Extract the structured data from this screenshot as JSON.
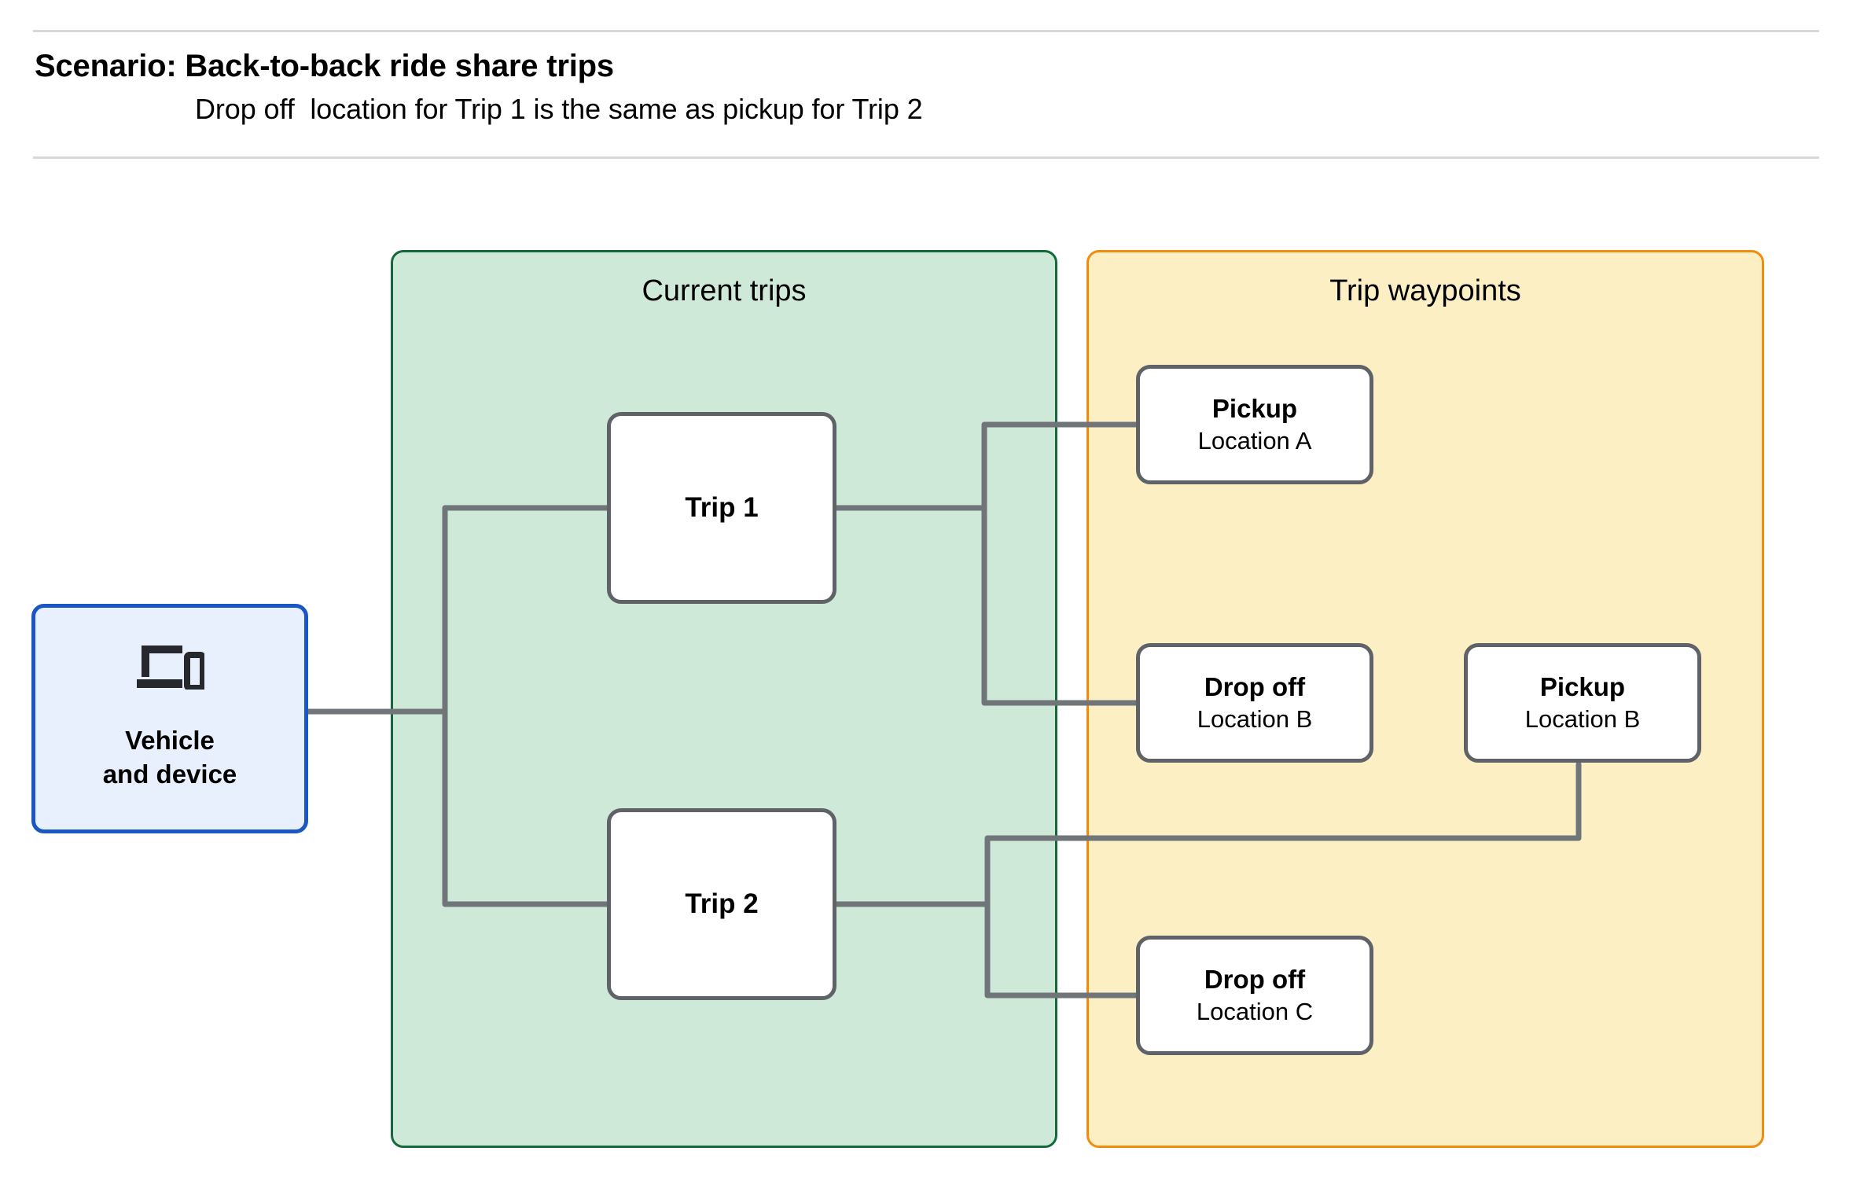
{
  "header": {
    "title": "Scenario: Back-to-back ride share trips",
    "subtitle": "Drop off  location for Trip 1 is the same as pickup for Trip 2"
  },
  "groups": {
    "current_trips": {
      "label": "Current trips",
      "fill": "#cee9d7",
      "border": "#13693a"
    },
    "trip_waypoints": {
      "label": "Trip waypoints",
      "fill": "#fcefc4",
      "border": "#f28c0f"
    }
  },
  "nodes": {
    "vehicle": {
      "label": "Vehicle\nand device",
      "icon": "devices-icon",
      "fill": "#e8f0fe",
      "border": "#1a56c4"
    },
    "trip_1": {
      "label": "Trip 1"
    },
    "trip_2": {
      "label": "Trip 2"
    },
    "pickup_a": {
      "title": "Pickup",
      "subtitle": "Location A"
    },
    "dropoff_b": {
      "title": "Drop off",
      "subtitle": "Location B"
    },
    "pickup_b": {
      "title": "Pickup",
      "subtitle": "Location B"
    },
    "dropoff_c": {
      "title": "Drop off",
      "subtitle": "Location C"
    }
  },
  "connectors": {
    "stroke": "#70757a",
    "width": 7,
    "edges": [
      {
        "from": "vehicle",
        "to": "trip_1"
      },
      {
        "from": "vehicle",
        "to": "trip_2"
      },
      {
        "from": "trip_1",
        "to": "pickup_a"
      },
      {
        "from": "trip_1",
        "to": "dropoff_b"
      },
      {
        "from": "trip_2",
        "to": "pickup_b"
      },
      {
        "from": "trip_2",
        "to": "dropoff_c"
      }
    ]
  },
  "colors": {
    "page_background": "#ffffff",
    "rule": "#d9d9d9",
    "node_border": "#5f6368",
    "node_fill": "#ffffff",
    "text": "#000000"
  }
}
